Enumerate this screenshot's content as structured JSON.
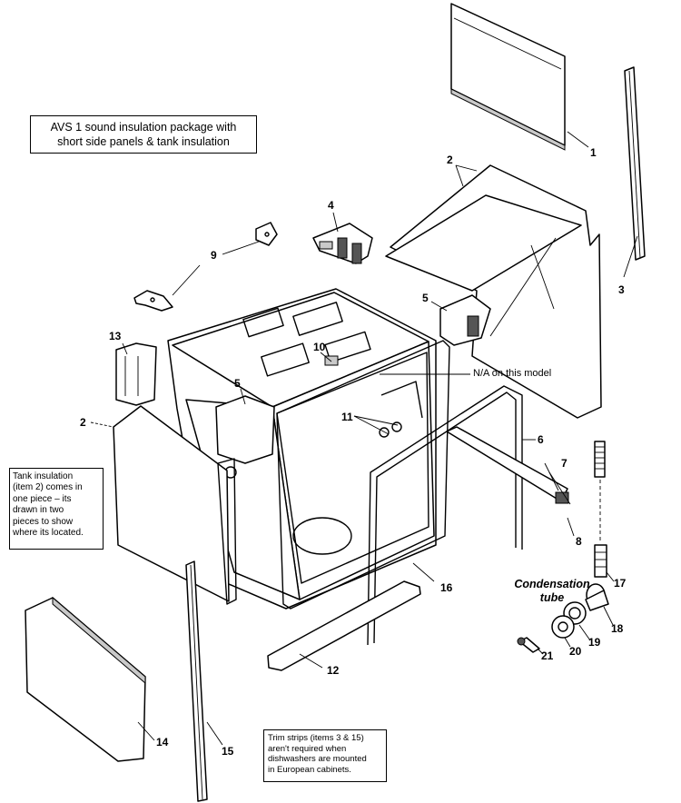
{
  "notes": {
    "avs_box": [
      "AVS 1 sound insulation package with",
      "short side panels & tank insulation"
    ],
    "tank_box": [
      "Tank insulation",
      "(item 2) comes in",
      "one piece – its",
      "drawn in two",
      "pieces to show",
      "where its located."
    ],
    "trim_box": [
      "Trim strips (items 3 & 15)",
      "aren't required when",
      "dishwashers are mounted",
      "in European cabinets."
    ],
    "na_label": "N/A on this model",
    "condensation_label": [
      "Condensation",
      "tube"
    ]
  },
  "callouts": {
    "c1": "1",
    "c2a": "2",
    "c2b": "2",
    "c3": "3",
    "c4": "4",
    "c5a": "5",
    "c5b": "5",
    "c6": "6",
    "c7": "7",
    "c8": "8",
    "c9": "9",
    "c10": "10",
    "c11": "11",
    "c12": "12",
    "c13": "13",
    "c14": "14",
    "c15": "15",
    "c16": "16",
    "c17": "17",
    "c18": "18",
    "c19": "19",
    "c20": "20",
    "c21": "21"
  }
}
